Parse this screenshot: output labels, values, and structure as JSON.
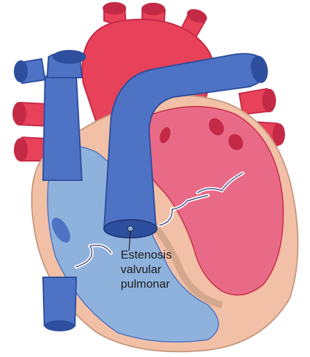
{
  "label": {
    "lines": [
      "Estenosis",
      "valvular",
      "pulmonar"
    ]
  },
  "colors": {
    "oxygenated": "#e8415a",
    "oxygenated_dark": "#c42a45",
    "deoxygenated": "#4f73c4",
    "deoxygenated_dark": "#2e4e9e",
    "chamber_right": "#8fb2dd",
    "chamber_left": "#e96a87",
    "myocardium": "#f2c0a6",
    "outline": "#2a2a66"
  },
  "icons": [
    "heart-diagram"
  ]
}
